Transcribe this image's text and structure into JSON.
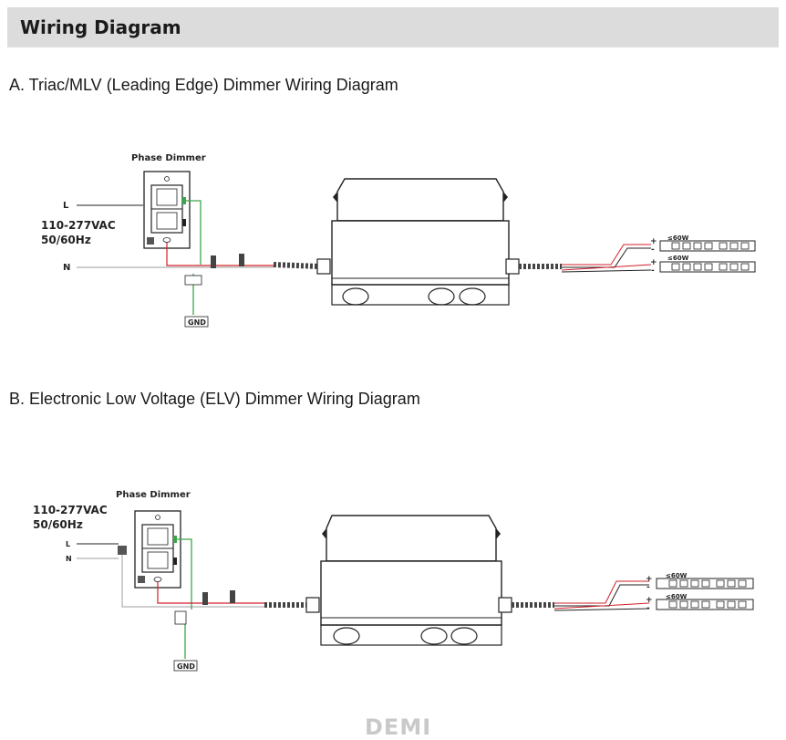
{
  "header": {
    "title": "Wiring Diagram"
  },
  "sections": [
    {
      "title": "A. Triac/MLV (Leading Edge) Dimmer Wiring Diagram",
      "dimmer_label": "Phase Dimmer",
      "voltage": "110-277VAC",
      "frequency": "50/60Hz",
      "line_label": "L",
      "neutral_label": "N",
      "ground_label": "GND",
      "strips": [
        {
          "power": "≤60W",
          "plus": "+",
          "minus": "-"
        },
        {
          "power": "≤60W",
          "plus": "+",
          "minus": "-"
        }
      ]
    },
    {
      "title": "B. Electronic Low Voltage (ELV) Dimmer Wiring Diagram",
      "dimmer_label": "Phase Dimmer",
      "voltage": "110-277VAC",
      "frequency": "50/60Hz",
      "line_label": "L",
      "neutral_label": "N",
      "ground_label": "GND",
      "strips": [
        {
          "power": "≤60W",
          "plus": "+",
          "minus": "-"
        },
        {
          "power": "≤60W",
          "plus": "+",
          "minus": "-"
        }
      ]
    }
  ],
  "footer": {
    "brand": "DEMI"
  },
  "colors": {
    "hot": "#d0202a",
    "neutral": "#b0b0b0",
    "ground": "#3aa64a",
    "outline": "#222222"
  }
}
